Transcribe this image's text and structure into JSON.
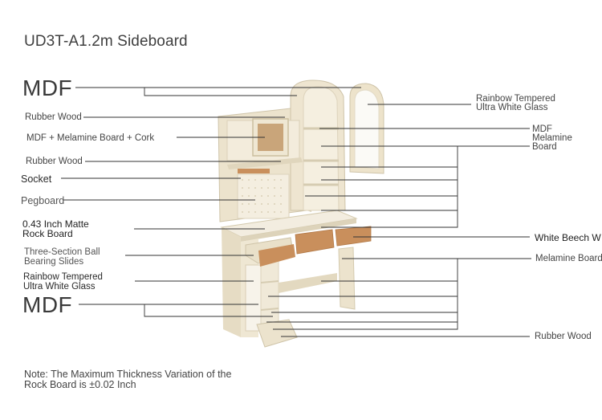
{
  "title": "UD3T-A1.2m Sideboard",
  "left_labels": {
    "mdf_top": "MDF",
    "rubber_wood_1": "Rubber Wood",
    "mdf_melamine_cork": "MDF + Melamine Board + Cork",
    "rubber_wood_2": "Rubber Wood",
    "socket": "Socket",
    "pegboard": "Pegboard",
    "rock_board": [
      "0.43 Inch Matte",
      "Rock Board"
    ],
    "ball_slides": [
      "Three-Section Ball",
      "Bearing Slides"
    ],
    "glass_bottom": [
      "Rainbow Tempered",
      "Ultra White Glass"
    ],
    "mdf_bottom": "MDF"
  },
  "right_labels": {
    "glass_top": [
      "Rainbow Tempered",
      "Ultra White Glass"
    ],
    "mdf_melamine": [
      "MDF",
      "Melamine",
      "Board"
    ],
    "white_beech": "White Beech W",
    "melamine_board": "Melamine Board",
    "rubber_wood": "Rubber Wood"
  },
  "note": [
    "Note: The Maximum Thickness Variation of the",
    "Rock Board is ±0.02 Inch"
  ],
  "colors": {
    "cabinet": "#eee6d2",
    "cabinet_shade": "#d9cfb6",
    "wood": "#c98f5c",
    "line": "#333333"
  }
}
